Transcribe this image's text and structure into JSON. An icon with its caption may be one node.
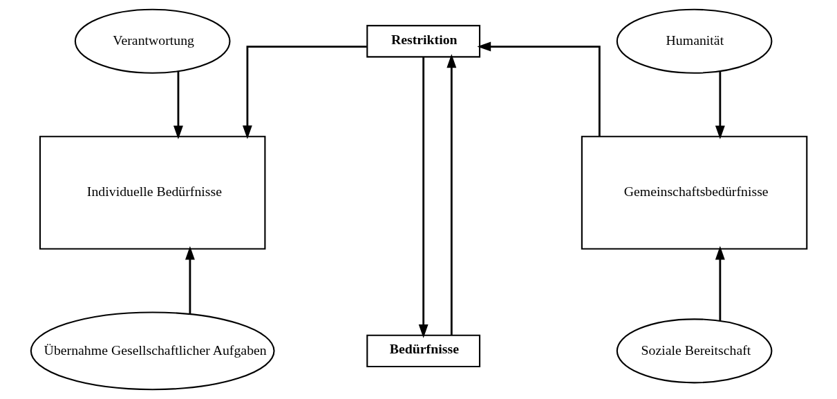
{
  "diagram": {
    "nodes": [
      {
        "text": [
          "Verantwortung"
        ]
      },
      {
        "text": [
          "Individuelle Bedürfnisse"
        ]
      },
      {
        "text": [
          "Übernahme Gesellschaftlicher Aufgaben"
        ]
      },
      {
        "text": [
          "Restriktion"
        ]
      },
      {
        "text": [
          "Bedürfnisse"
        ]
      },
      {
        "text": [
          "Humanität"
        ]
      },
      {
        "text": [
          "Gemeinschaftsbedürfnisse"
        ]
      },
      {
        "text": [
          "Soziale Bereitschaft"
        ]
      }
    ],
    "edges": [
      {
        "from": 0,
        "to": 1,
        "arrow": "to"
      },
      {
        "from": 2,
        "to": 1,
        "arrow": "to"
      },
      {
        "from": 3,
        "to": 1,
        "arrow": "to"
      },
      {
        "from": 3,
        "to": 4,
        "arrow": "to"
      },
      {
        "from": 5,
        "to": 6,
        "arrow": "to"
      },
      {
        "from": 7,
        "to": 6,
        "arrow": "to"
      },
      {
        "from": 6,
        "to": 3,
        "arrow": "to"
      },
      {
        "from": 4,
        "to": 3,
        "arrow": "to"
      }
    ]
  }
}
